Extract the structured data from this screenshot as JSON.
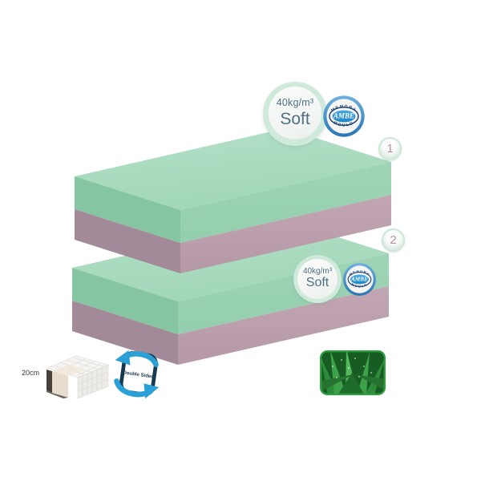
{
  "title": "Two-layer mattress product diagram",
  "badges": [
    {
      "density": "40kg/m³",
      "firmness": "Soft",
      "logo": {
        "top": "MEMORY",
        "center": "AMBE",
        "bottom": "MOULD"
      }
    },
    {
      "density": "40kg/m³",
      "firmness": "Soft",
      "logo": {
        "top": "MEMORY",
        "center": "AMBE",
        "bottom": "MOULD"
      }
    }
  ],
  "callouts": [
    {
      "number": "1"
    },
    {
      "number": "2"
    }
  ],
  "footer": {
    "cutaway_label": "20cm",
    "flip_label": "Double Sided"
  },
  "icons": [
    "mattress-cutaway-icon",
    "double-sided-flip-icon",
    "aloe-vera-photo"
  ],
  "colors": {
    "mattress_top_layer": "#a9dcc1",
    "mattress_top_front": "#9bd3b3",
    "mattress_top_side": "#86c5a2",
    "mattress_base_front": "#bfa3b0",
    "mattress_base_side": "#a28a99",
    "badge_ring": "#cfe9da",
    "badge_text": "#4e7082",
    "callout_number": "#b493a3",
    "logo_ring_blue": "#3d86c4",
    "logo_navy": "#1d3f6e",
    "logo_center_blue": "#2e9ad6",
    "flip_icon_navy": "#16394f",
    "flip_arrow_blue": "#2aa0d6",
    "aloe_border_green": "#2f9e3f"
  }
}
